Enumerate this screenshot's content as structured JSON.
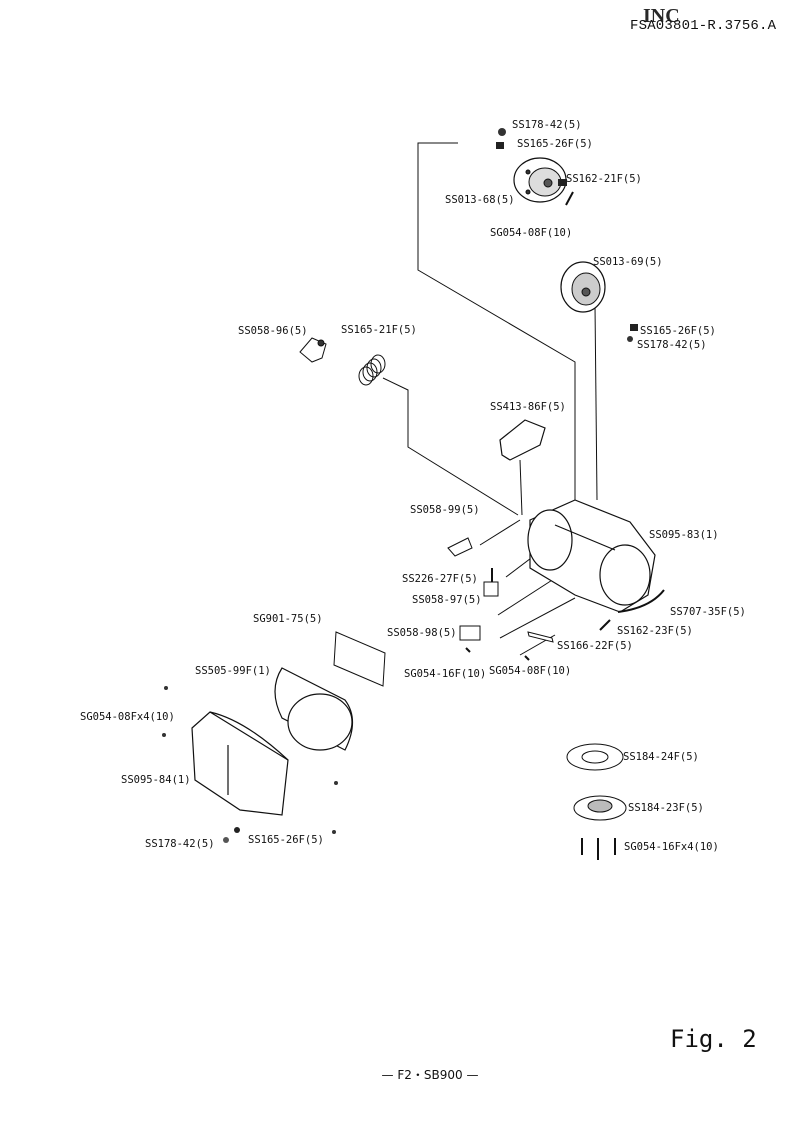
{
  "header": {
    "doc_code": "FSA03801-R.3756.A",
    "stamp": "INC"
  },
  "figure": {
    "label": "Fig. 2"
  },
  "footer": {
    "text": "— F2・SB900 —"
  },
  "parts": {
    "ss178_42_top": "SS178-42(5)",
    "ss165_26f_top": "SS165-26F(5)",
    "ss162_21f": "SS162-21F(5)",
    "ss013_68": "SS013-68(5)",
    "sg054_08f_top": "SG054-08F(10)",
    "ss013_69": "SS013-69(5)",
    "ss165_26f_mid": "SS165-26F(5)",
    "ss178_42_mid": "SS178-42(5)",
    "ss058_96": "SS058-96(5)",
    "ss165_21f": "SS165-21F(5)",
    "ss413_86f": "SS413-86F(5)",
    "ss058_99": "SS058-99(5)",
    "ss095_83": "SS095-83(1)",
    "ss226_27f": "SS226-27F(5)",
    "ss058_97": "SS058-97(5)",
    "ss707_35f": "SS707-35F(5)",
    "sg901_75": "SG901-75(5)",
    "ss058_98": "SS058-98(5)",
    "ss166_22f": "SS166-22F(5)",
    "ss162_23f": "SS162-23F(5)",
    "sg054_16f": "SG054-16F(10)",
    "sg054_08f_mid": "SG054-08F(10)",
    "ss505_99f": "SS505-99F(1)",
    "sg054_08fx4": "SG054-08Fx4(10)",
    "ss095_84": "SS095-84(1)",
    "ss184_24f": "SS184-24F(5)",
    "ss184_23f": "SS184-23F(5)",
    "sg054_16fx4": "SG054-16Fx4(10)",
    "ss178_42_bot": "SS178-42(5)",
    "ss165_26f_bot": "SS165-26F(5)"
  }
}
